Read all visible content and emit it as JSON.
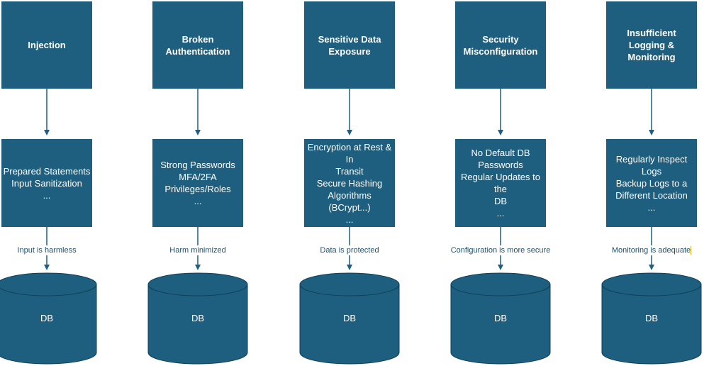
{
  "columns": [
    {
      "title": "Injection",
      "details": [
        "Prepared Statements",
        "Input Sanitization",
        "..."
      ],
      "arrow_label": "Input is harmless",
      "db_label": "DB"
    },
    {
      "title": "Broken Authentication",
      "details": [
        "Strong Passwords",
        "MFA/2FA",
        "Privileges/Roles",
        "..."
      ],
      "arrow_label": "Harm minimized",
      "db_label": "DB"
    },
    {
      "title": "Sensitive Data Exposure",
      "details": [
        "Encryption at Rest & In",
        "Transit",
        "Secure Hashing",
        "Algorithms (BCrypt...)",
        "..."
      ],
      "arrow_label": "Data is protected",
      "db_label": "DB"
    },
    {
      "title": "Security Misconfiguration",
      "details": [
        "No Default DB Passwords",
        "Regular Updates to the",
        "DB",
        "..."
      ],
      "arrow_label": "Configuration is more secure",
      "db_label": "DB"
    },
    {
      "title": "Insufficient Logging & Monitoring",
      "details": [
        "Regularly Inspect Logs",
        "Backup Logs to a",
        "Different Location",
        "..."
      ],
      "arrow_label": "Monitoring is adequate",
      "db_label": "DB"
    }
  ],
  "colors": {
    "box_fill": "#1e5f7f",
    "arrow": "#1e5f7f",
    "label_text": "#1f5068",
    "text_on_box": "#ffffff"
  }
}
